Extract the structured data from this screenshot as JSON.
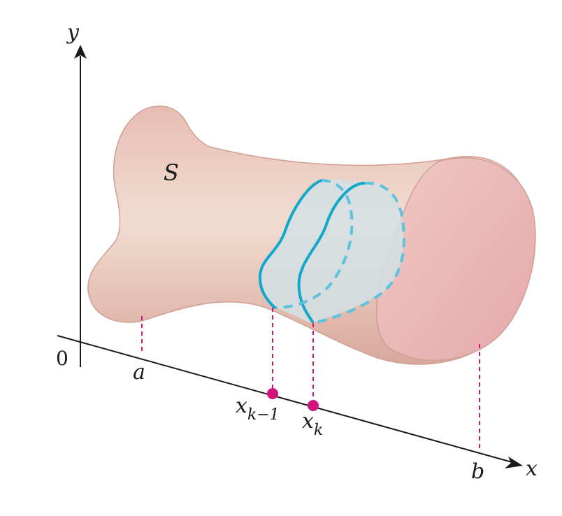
{
  "labels": {
    "y_axis": "y",
    "x_axis": "x",
    "origin": "0",
    "solid": "S",
    "a": "a",
    "b": "b",
    "xk1_base": "x",
    "xk1_sub": "k−1",
    "xk_base": "x",
    "xk_sub": "k"
  },
  "colors": {
    "axis": "#1a1a1a",
    "solid_fill": "#e9c7bf",
    "solid_edge": "#cf9f92",
    "end_cap": "#eab7b4",
    "slice_fill": "#d3e1e4",
    "slice_edge": "#12a8cc",
    "slice_hidden": "#5cc3df",
    "marker": "#d4137a",
    "guide": "#d4137a"
  }
}
